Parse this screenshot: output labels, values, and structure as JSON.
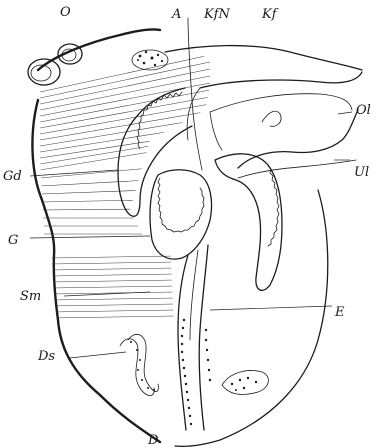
{
  "figure": {
    "labels": {
      "O": "O",
      "A": "A",
      "KfN": "KfN",
      "Kf": "Kf",
      "Ol": "Ol",
      "Ul": "Ul",
      "Gd": "Gd",
      "G": "G",
      "Sm": "Sm",
      "E": "E",
      "Ds": "Ds",
      "D": "D"
    }
  }
}
